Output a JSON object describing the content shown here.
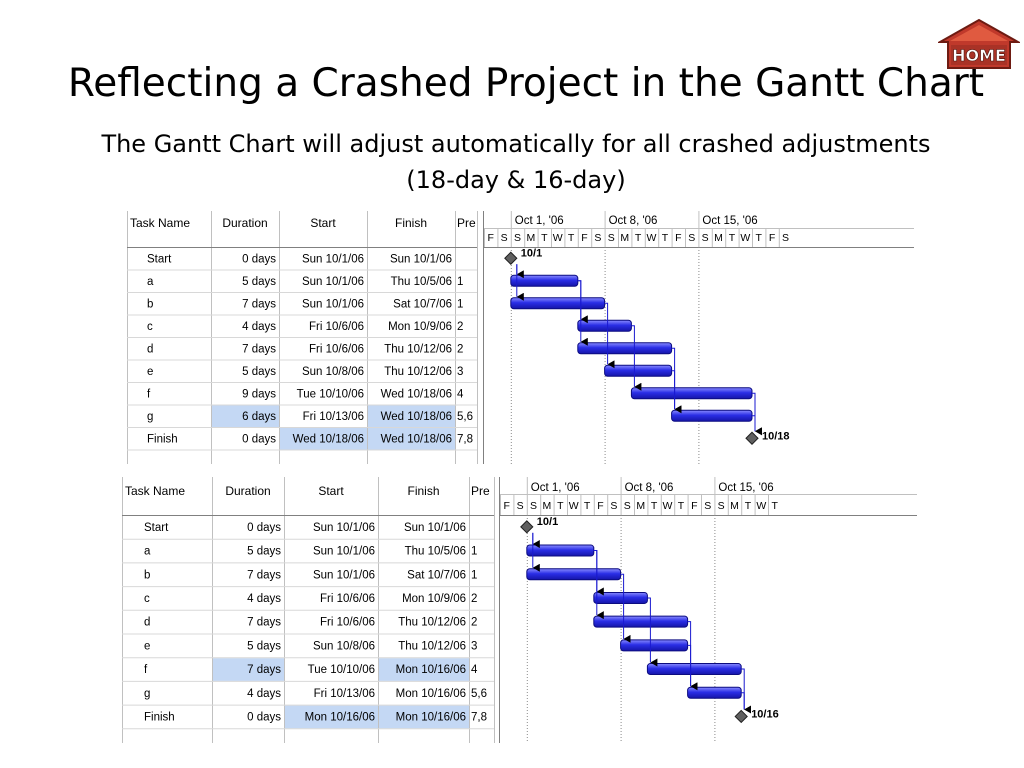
{
  "slide": {
    "title": "Reflecting a Crashed Project in the Gantt Chart",
    "subtitle_line1": "The Gantt Chart will adjust automatically for all crashed adjustments",
    "subtitle_line2": "(18-day & 16-day)",
    "home_label": "HOME"
  },
  "colors": {
    "bar": "#2a2ee6",
    "bar_dark": "#1515a8",
    "highlight": "#c4d8f4",
    "grid": "#c0c0c0",
    "dotted": "#8a8a8a",
    "home_red": "#c0392b"
  },
  "chart_data": [
    {
      "type": "gantt",
      "title": "18-day",
      "columns": [
        "Task Name",
        "Duration",
        "Start",
        "Finish",
        "Pre"
      ],
      "weeks": [
        "Oct 1, '06",
        "Oct 8, '06",
        "Oct 15, '06"
      ],
      "day_letters": [
        "F",
        "S",
        "S",
        "M",
        "T",
        "W",
        "T",
        "F",
        "S",
        "S",
        "M",
        "T",
        "W",
        "T",
        "F",
        "S",
        "S",
        "M",
        "T",
        "W",
        "T",
        "F",
        "S"
      ],
      "tasks": [
        {
          "name": "Start",
          "duration": "0 days",
          "start": "Sun 10/1/06",
          "finish": "Sun 10/1/06",
          "pred": "",
          "s": 0,
          "e": 0,
          "milestone": true,
          "label": "10/1"
        },
        {
          "name": "a",
          "duration": "5 days",
          "start": "Sun 10/1/06",
          "finish": "Thu 10/5/06",
          "pred": "1",
          "s": 0,
          "e": 5
        },
        {
          "name": "b",
          "duration": "7 days",
          "start": "Sun 10/1/06",
          "finish": "Sat 10/7/06",
          "pred": "1",
          "s": 0,
          "e": 7
        },
        {
          "name": "c",
          "duration": "4 days",
          "start": "Fri 10/6/06",
          "finish": "Mon 10/9/06",
          "pred": "2",
          "s": 5,
          "e": 9
        },
        {
          "name": "d",
          "duration": "7 days",
          "start": "Fri 10/6/06",
          "finish": "Thu 10/12/06",
          "pred": "2",
          "s": 5,
          "e": 12
        },
        {
          "name": "e",
          "duration": "5 days",
          "start": "Sun 10/8/06",
          "finish": "Thu 10/12/06",
          "pred": "3",
          "s": 7,
          "e": 12
        },
        {
          "name": "f",
          "duration": "9 days",
          "start": "Tue 10/10/06",
          "finish": "Wed 10/18/06",
          "pred": "4",
          "s": 9,
          "e": 18
        },
        {
          "name": "g",
          "duration": "6 days",
          "start": "Fri 10/13/06",
          "finish": "Wed 10/18/06",
          "pred": "5,6",
          "s": 12,
          "e": 18
        },
        {
          "name": "Finish",
          "duration": "0 days",
          "start": "Wed 10/18/06",
          "finish": "Wed 10/18/06",
          "pred": "7,8",
          "s": 18,
          "e": 18,
          "milestone": true,
          "label": "10/18"
        }
      ],
      "highlights": [
        [
          7,
          "duration"
        ],
        [
          7,
          "finish"
        ],
        [
          8,
          "start"
        ],
        [
          8,
          "finish"
        ]
      ],
      "links": [
        [
          0,
          1
        ],
        [
          0,
          2
        ],
        [
          1,
          3
        ],
        [
          1,
          4
        ],
        [
          2,
          5
        ],
        [
          3,
          6
        ],
        [
          4,
          7
        ],
        [
          5,
          7
        ],
        [
          6,
          8
        ],
        [
          7,
          8
        ]
      ]
    },
    {
      "type": "gantt",
      "title": "16-day",
      "columns": [
        "Task Name",
        "Duration",
        "Start",
        "Finish",
        "Pre"
      ],
      "weeks": [
        "Oct 1, '06",
        "Oct 8, '06",
        "Oct 15, '06"
      ],
      "day_letters": [
        "F",
        "S",
        "S",
        "M",
        "T",
        "W",
        "T",
        "F",
        "S",
        "S",
        "M",
        "T",
        "W",
        "T",
        "F",
        "S",
        "S",
        "M",
        "T",
        "W",
        "T"
      ],
      "tasks": [
        {
          "name": "Start",
          "duration": "0 days",
          "start": "Sun 10/1/06",
          "finish": "Sun 10/1/06",
          "pred": "",
          "s": 0,
          "e": 0,
          "milestone": true,
          "label": "10/1"
        },
        {
          "name": "a",
          "duration": "5 days",
          "start": "Sun 10/1/06",
          "finish": "Thu 10/5/06",
          "pred": "1",
          "s": 0,
          "e": 5
        },
        {
          "name": "b",
          "duration": "7 days",
          "start": "Sun 10/1/06",
          "finish": "Sat 10/7/06",
          "pred": "1",
          "s": 0,
          "e": 7
        },
        {
          "name": "c",
          "duration": "4 days",
          "start": "Fri 10/6/06",
          "finish": "Mon 10/9/06",
          "pred": "2",
          "s": 5,
          "e": 9
        },
        {
          "name": "d",
          "duration": "7 days",
          "start": "Fri 10/6/06",
          "finish": "Thu 10/12/06",
          "pred": "2",
          "s": 5,
          "e": 12
        },
        {
          "name": "e",
          "duration": "5 days",
          "start": "Sun 10/8/06",
          "finish": "Thu 10/12/06",
          "pred": "3",
          "s": 7,
          "e": 12
        },
        {
          "name": "f",
          "duration": "7 days",
          "start": "Tue 10/10/06",
          "finish": "Mon 10/16/06",
          "pred": "4",
          "s": 9,
          "e": 16
        },
        {
          "name": "g",
          "duration": "4 days",
          "start": "Fri 10/13/06",
          "finish": "Mon 10/16/06",
          "pred": "5,6",
          "s": 12,
          "e": 16
        },
        {
          "name": "Finish",
          "duration": "0 days",
          "start": "Mon 10/16/06",
          "finish": "Mon 10/16/06",
          "pred": "7,8",
          "s": 16,
          "e": 16,
          "milestone": true,
          "label": "10/16"
        }
      ],
      "highlights": [
        [
          6,
          "duration"
        ],
        [
          6,
          "finish"
        ],
        [
          8,
          "start"
        ],
        [
          8,
          "finish"
        ]
      ],
      "links": [
        [
          0,
          1
        ],
        [
          0,
          2
        ],
        [
          1,
          3
        ],
        [
          1,
          4
        ],
        [
          2,
          5
        ],
        [
          3,
          6
        ],
        [
          4,
          7
        ],
        [
          5,
          7
        ],
        [
          6,
          8
        ],
        [
          7,
          8
        ]
      ]
    }
  ]
}
